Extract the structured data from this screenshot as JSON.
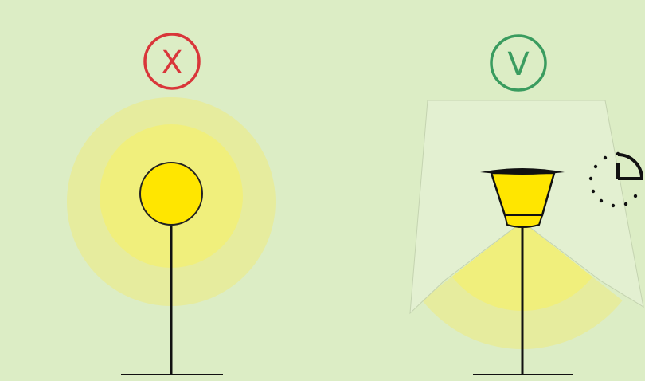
{
  "bad_example": {
    "symbol": "X",
    "color": "#d9363a",
    "lamp": {
      "type": "globe street lamp",
      "light_direction": "all directions"
    }
  },
  "good_example": {
    "symbol": "V",
    "color": "#3a9c5f",
    "lamp": {
      "type": "shielded street lamp",
      "light_direction": "downward"
    },
    "shield_icon": "clock-timer-icon"
  },
  "colors": {
    "background": "#dcedc5",
    "bulb": "#ffe600",
    "glow_inner": "#f0ef7c",
    "glow_outer": "#e6ec9e",
    "shield_fill": "#e6f1d6",
    "ink": "#111111"
  }
}
